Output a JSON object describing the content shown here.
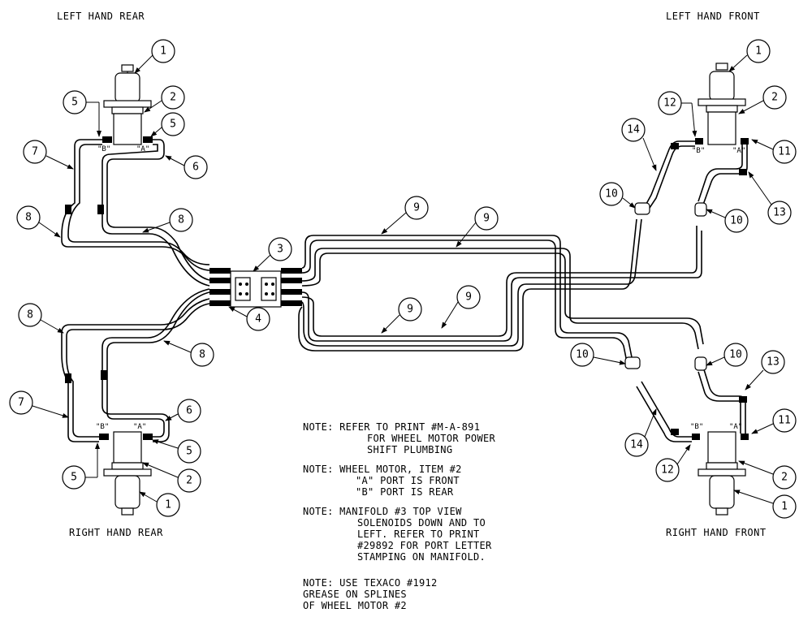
{
  "corners": {
    "left_hand_rear": "LEFT HAND REAR",
    "left_hand_front": "LEFT HAND FRONT",
    "right_hand_rear": "RIGHT HAND REAR",
    "right_hand_front": "RIGHT HAND FRONT"
  },
  "ports": {
    "a": "\"A\"",
    "b": "\"B\""
  },
  "callouts": {
    "c1": "1",
    "c2": "2",
    "c3": "3",
    "c4": "4",
    "c5": "5",
    "c6": "6",
    "c7": "7",
    "c8": "8",
    "c9": "9",
    "c10": "10",
    "c11": "11",
    "c12": "12",
    "c13": "13",
    "c14": "14"
  },
  "notes": {
    "n1": [
      "NOTE:  REFER TO PRINT #M-A-891",
      "FOR WHEEL MOTOR POWER",
      "SHIFT PLUMBING"
    ],
    "n2": [
      "NOTE:  WHEEL MOTOR, ITEM #2",
      "\"A\" PORT IS FRONT",
      "\"B\" PORT IS REAR"
    ],
    "n3": [
      "NOTE:  MANIFOLD #3 TOP VIEW",
      "SOLENOIDS DOWN AND TO",
      "LEFT. REFER TO PRINT",
      "#29892 FOR PORT LETTER",
      "STAMPING ON MANIFOLD."
    ],
    "n4": [
      "NOTE:  USE TEXACO #1912",
      "GREASE ON SPLINES",
      "OF WHEEL MOTOR #2"
    ]
  }
}
